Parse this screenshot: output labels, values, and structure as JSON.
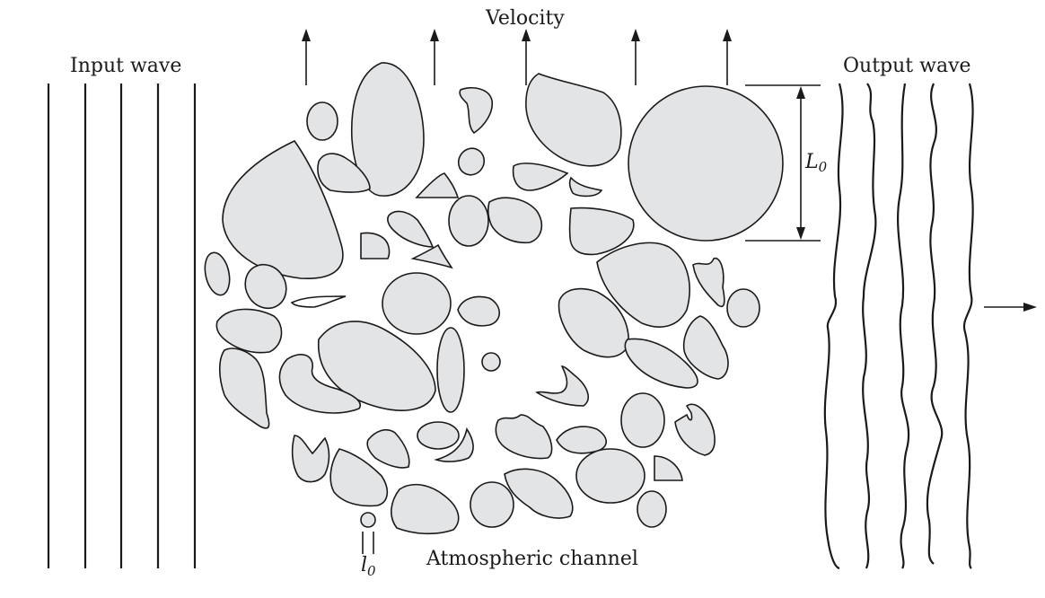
{
  "labels": {
    "input_wave": "Input wave",
    "velocity": "Velocity",
    "output_wave": "Output wave",
    "outer_scale": "L",
    "outer_scale_sub": "0",
    "inner_scale": "l",
    "inner_scale_sub": "0",
    "channel": "Atmospheric channel"
  },
  "colors": {
    "eddy_fill": "#e3e4e6",
    "stroke": "#1a1a1a"
  }
}
